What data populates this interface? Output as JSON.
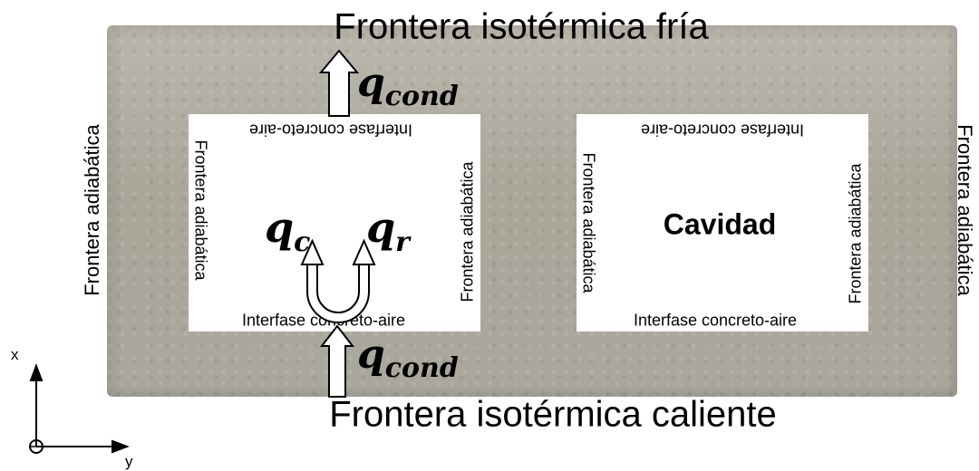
{
  "labels": {
    "cold_boundary": "Frontera isotérmica fría",
    "hot_boundary": "Frontera isotérmica caliente",
    "adiabatic_outer_left": "Frontera adiabática",
    "adiabatic_outer_right": "Frontera adiabática",
    "cav1_top_interface": "Interfase concreto-aire",
    "cav1_bottom_interface": "Interfase concreto-aire",
    "cav1_left_adiabatic": "Frontera adiabática",
    "cav1_right_adiabatic": "Frontera adiabática",
    "cav2_top_interface": "Interfase concreto-aire",
    "cav2_bottom_interface": "Interfase concreto-aire",
    "cav2_left_adiabatic": "Frontera adiabática",
    "cav2_right_adiabatic": "Frontera adiabática",
    "cavity": "Cavidad",
    "axis_x": "x",
    "axis_y": "y"
  },
  "flux": {
    "q_cond_top": {
      "base": "q",
      "sub": "cond"
    },
    "q_cond_bottom": {
      "base": "q",
      "sub": "cond"
    },
    "q_c": {
      "base": "q",
      "sub": "c"
    },
    "q_r": {
      "base": "q",
      "sub": "r"
    }
  }
}
